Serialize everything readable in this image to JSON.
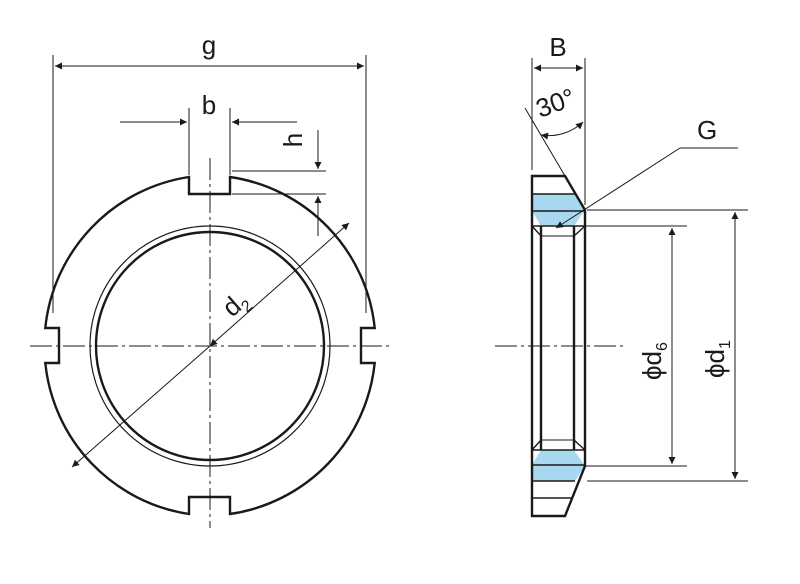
{
  "labels": {
    "g": "g",
    "b": "b",
    "h": "h",
    "d2": "d",
    "d2_sub": "2",
    "B": "B",
    "angle": "30°",
    "G": "G",
    "d6": "ϕd",
    "d6_sub": "6",
    "d1": "ϕd",
    "d1_sub": "1"
  },
  "colors": {
    "line": "#1a1a1a",
    "thread": "#a8d8f0"
  }
}
